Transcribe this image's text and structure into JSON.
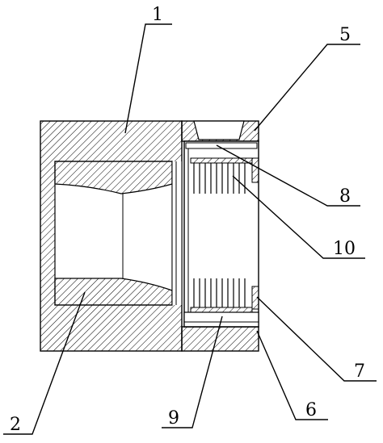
{
  "labels": {
    "l1": "1",
    "l2": "2",
    "l5": "5",
    "l6": "6",
    "l7": "7",
    "l8": "8",
    "l9": "9",
    "l10": "10"
  },
  "colors": {
    "line": "#000000",
    "background": "#ffffff"
  }
}
